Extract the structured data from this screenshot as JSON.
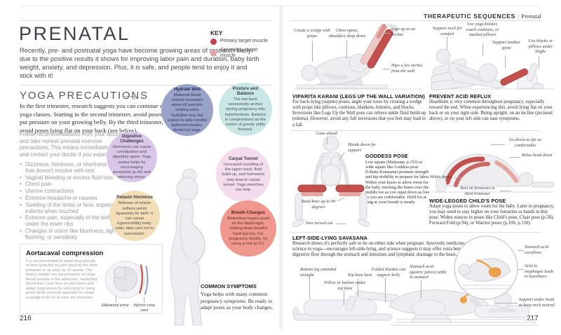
{
  "running_header": {
    "section": "THERAPEUTIC SEQUENCES",
    "separator": "|",
    "topic": "Prenatal"
  },
  "colors": {
    "primary_muscle": "#c4504d",
    "secondary_muscle": "#e5a7a4",
    "stomach_acid": "#eda04c"
  },
  "left_page": {
    "page_number": "216",
    "title": "PRENATAL",
    "intro": "Recently, pre- and postnatal yoga have become growing areas of research likely due to the positive results it shows for improving labor pain and duration, baby birth weight, anxiety, and depression. Plus, it is safe, and people tend to enjoy it and stick with it!",
    "precautions": {
      "heading": "YOGA PRECAUTIONS",
      "lead": "In the first trimester, research suggests you can continue regular yoga classes. Starting in the second trimester, avoid poses that put pressure on your growing belly. By the third trimester, avoid poses lying flat on your back (see below).",
      "intro": "Follow recommendations from your doctor and take normal prenatal exercise precautions. This means immediately stop and contact your doctor if you experience:",
      "bullets": [
        "Dizziness, faintness, or shortness of breath that doesn't resolve with rest",
        "Vaginal bleeding or excess fluid loss",
        "Chest pain",
        "Uterine contractions",
        "Extreme headache or nausea",
        "Swelling of the limbs or face, especially that indents when touched",
        "Extreme pain, especially in the belly or under the lower ribs",
        "Changes in vision like blurriness, light flashing, or sensitivity"
      ]
    },
    "info_box": {
      "title": "Aortacaval compression",
      "body": "It is recommended to avoid long periods of time lying flat on your back by the third trimester or as early as 20 weeks. The fetus's weight can put pressure on large blood vessels in the abdomen, restricting blood flow. Limit time on your back and adapt yoga poses by side-lying or using props (both pictured opposite) to create a wedge to lie on to ease the pressure.",
      "label_aorta": "Abdominal aorta",
      "label_vena_cava": "Inferior vena cava"
    },
    "bubbles": [
      {
        "title": "Hydrate Well",
        "body": "Maternal blood volume increases about 45 percent, making extra hydration key, but expect to take mindful bathroom breaks. Avoid hot yoga.",
        "color": "#99a2c9"
      },
      {
        "title": "Posture and Balance",
        "body": "The low back excessively arches during pregnancy into hyperlordosis. Balance is compromised as the center of gravity shifts forward.",
        "color": "#c8e7e5"
      },
      {
        "title": "Digestive Challenges",
        "body": "Hormones can cause constipation and digestive upset. Yoga asana helps by encouraging peristalsis (p.42) and relieving stress.",
        "color": "#d9c6e9"
      },
      {
        "title": "Carpal Tunnel",
        "body": "Increased rounding of the upper back, fluid build-up, and hormones may lead to carpal tunnel. Yoga stretches can help.",
        "color": "#f3dded"
      },
      {
        "title": "Relaxin Hormone",
        "body": "Release of relaxin softens pelvic ligaments for birth. It can cause hypermobility body-wide; take care not to overstretch.",
        "color": "#f3deb8"
      },
      {
        "title": "Breath Changes",
        "body": "Abdominal organs push on the diaphragm, making deep breaths hard but key. For pregnancy rhinitis, try using a neti (p.37).",
        "color": "#f0988d"
      }
    ],
    "common_symptoms": {
      "title": "COMMON SYMPTOMS",
      "body": "Yoga helps with many common pregnancy symptoms. Be ready to adapt poses as your body changes."
    },
    "key": {
      "title": "KEY",
      "items": [
        {
          "label": "Primary target muscle",
          "color": "#c4444a"
        },
        {
          "label": "Secondary target muscle",
          "color": "#e3a4a2"
        }
      ]
    }
  },
  "right_page": {
    "page_number": "217",
    "poses": [
      {
        "title": "VIPARITA KARANI (LEGS UP THE WALL VARIATION)",
        "body": "For back-lying (supine) poses, angle your torso by creating a wedge with props like pillows, cushions, blankets, bolsters, and blocks. Inversions like Legs Up the Wall pose can relieve ankle fluid build-up (edema). However, avoid any full inversions that you feel may lead to a fall.",
        "annotations": [
          "Create a wedge with props",
          "Chest opens, shoulders drop down",
          "Legs up at an incline",
          "Hips a few inches from the wall"
        ]
      },
      {
        "title": "PREVENT ACID REFLUX",
        "body": "Heartburn is very common throughout pregnancy, especially toward the end. When experiencing this, avoid lying flat on your back or on your right side. Being upright, on an incline (pictured above), or on your left side can ease symptoms.",
        "annotations": [
          "Support neck for comfort",
          "Use yoga bolster, couch cushions, or stacked pillows",
          "Support lumbar spine",
          "Use blocks or pillows under thighs"
        ]
      },
      {
        "title": "GODDESS POSE",
        "body": "Low squats (Malasana, p.153) or wide squats like Goddess pose (Utkata Konasana) promote strength and hip mobility to prepare for labor. Widen your knees to allow room for the baby, tracking the knees over the middle toe as you squat down as low as you are comfortable. Hold for as long as your breath is steady.",
        "annotations": [
          "Gaze ahead",
          "Hands down for support",
          "Bend knee up to 90 degrees",
          "Toes turned out"
        ]
      },
      {
        "title": "WIDE-LEGGED CHILD'S POSE",
        "body": "Adapt yoga poses to allow room for the baby. Later in pregnancy, you may need to stay higher on your forearms or hands in this pose. Widen stances in poses like Child's pose, Chair pose (p.58), Forward Fold (p.94), or Warrior poses (p.106, p.110).",
        "annotations": [
          "Go down as far as comfortable",
          "Relax head down",
          "Widen knees",
          "Rest on forearms in third trimester"
        ]
      },
      {
        "title": "LEFT-SIDE-LYING SAVASANA",
        "body": "Research shows it's perfectly safe to lie on either side when pregnant. Ayurvedic medicine—the Indian sister science to yoga—encourages left-side-lying, and science suggests it may offer extra benefits. Gravity encourages digestive flow through the stomach and intestines and lymphatic drainage to the heart.",
        "annotations": [
          "Bottom leg extended straight",
          "Top knee bent",
          "Pillow or bolster under top knee",
          "Folded blanket can support belly",
          "Stomach acid (gastric juices) settle in stomach",
          "Stomach acid overflows",
          "Acid in esophagus leads to heartburn",
          "Support under head to keep neck neutral"
        ]
      }
    ]
  }
}
